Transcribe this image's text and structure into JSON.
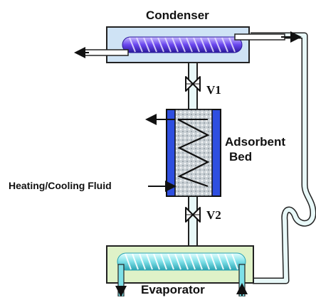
{
  "labels": {
    "condenser": "Condenser",
    "valve1": "V1",
    "valve2": "V2",
    "bed_line1": "Adsorbent",
    "bed_line2": "Bed",
    "fluid": "Heating/Cooling Fluid",
    "evaporator": "Evaporator"
  },
  "colors": {
    "condenser_fill": "#cfe3f5",
    "evaporator_fill": "#dff2c8",
    "pipe_fill": "#e8f8f8",
    "outline": "#222222",
    "bed_blue": "#2f4fe0",
    "coil_purple": "#5a3ce0",
    "coil_cyan": "#7ee0e8"
  },
  "icons": [
    "valve-icon",
    "arrow-icon",
    "coil-icon"
  ]
}
